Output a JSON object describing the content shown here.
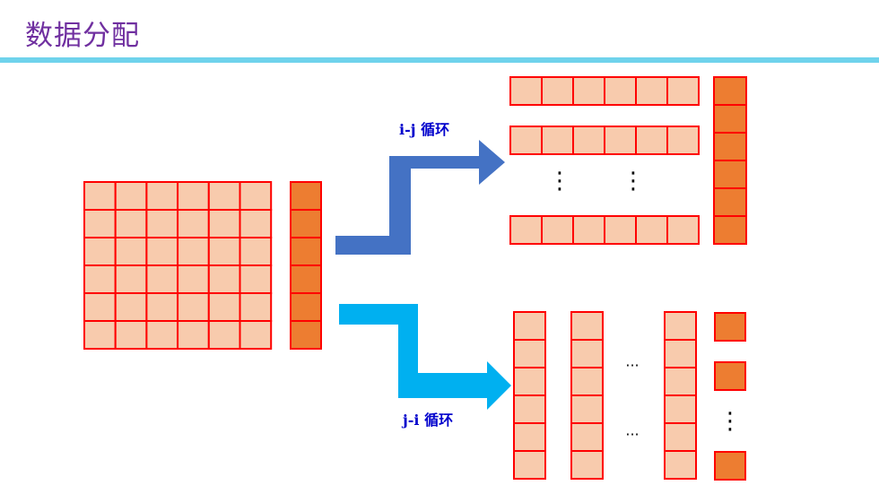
{
  "title": "数据分配",
  "labels": {
    "ij": "i-j 循环",
    "ji": "j-i 循环"
  },
  "ellipsis": {
    "vertical": "⋮",
    "horizontal": "···"
  },
  "colors": {
    "title": "#7030a0",
    "rule": "#6fd3ec",
    "cell_fill": "#f8cbad",
    "cell_border": "#ff0000",
    "vector_fill": "#ed7d31",
    "arrow_ij": "#4472c4",
    "arrow_ji": "#00b0f0",
    "label": "#0000cc"
  }
}
